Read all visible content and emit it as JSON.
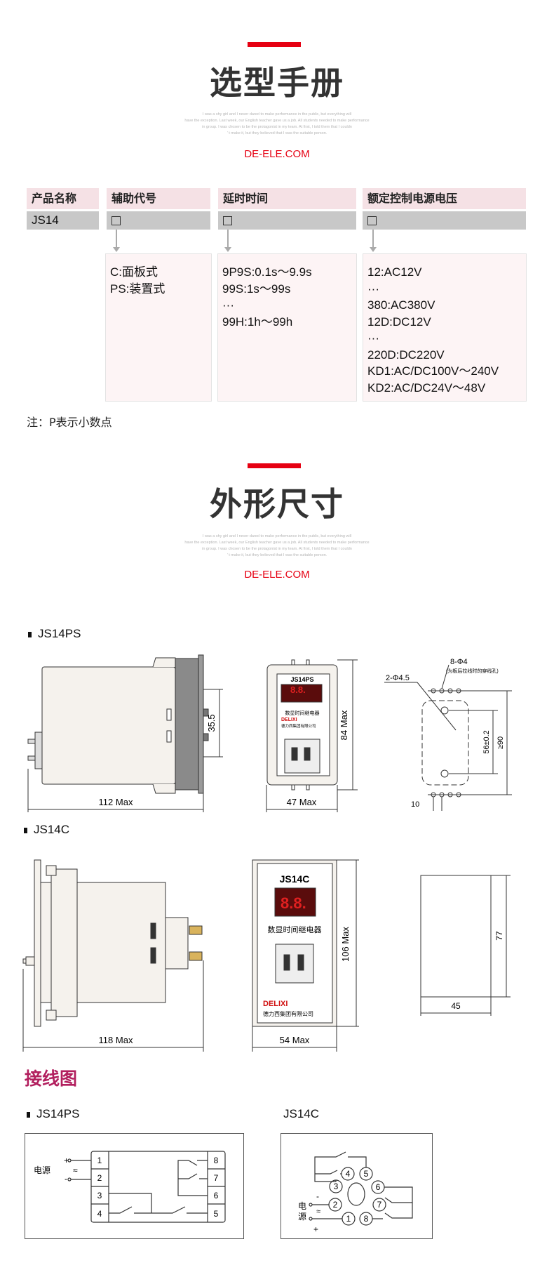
{
  "selection": {
    "title": "选型手册",
    "filler": [
      "I was a shy girl and I never dared to make performance in the public, but everything will",
      "have the exception. Last week, our English teacher gave us a job. All students needed to make performance",
      "in group. I was chosen to be the protagonist in my team. At first, I told them that I couldn",
      "' t make it, but they believed that I was the suitable person."
    ],
    "site": "DE-ELE.COM",
    "table": {
      "headers": [
        "产品名称",
        "辅助代号",
        "延时时间",
        "额定控制电源电压"
      ],
      "row": [
        "JS14",
        "□",
        "□",
        "□"
      ],
      "options": [
        [
          "C:面板式",
          "PS:装置式"
        ],
        [
          "9P9S:0.1s～9.9s",
          "99S:1s～99s",
          "···",
          "99H:1h～99h"
        ],
        [
          "12:AC12V",
          "···",
          "380:AC380V",
          "12D:DC12V",
          "···",
          "220D:DC220V",
          "KD1:AC/DC100V～240V",
          "KD2:AC/DC24V～48V"
        ]
      ]
    },
    "note": "注：P表示小数点"
  },
  "dimensions": {
    "title": "外形尺寸",
    "site": "DE-ELE.COM",
    "js14ps": {
      "label": "JS14PS",
      "side_width": "112 Max",
      "pin_spacing": "35.5",
      "panel_model": "JS14PS",
      "panel_name": "数显时间继电器",
      "brand": "DELIXI",
      "company": "德力西集团有限公司",
      "height": "84 Max",
      "width": "47 Max",
      "holes_8": "8-Φ4",
      "holes_8_note": "(为板后拉线时的穿线孔)",
      "holes_2": "2-Φ4.5",
      "hole_spacing": "56±0.2",
      "min_height": "≥90",
      "pitch": "10"
    },
    "js14c": {
      "label": "JS14C",
      "side_width": "118 Max",
      "panel_model": "JS14C",
      "panel_name": "数显时间继电器",
      "brand": "DELIXI",
      "company": "德力西集团有限公司",
      "height": "106 Max",
      "width": "54 Max",
      "cutout_height": "77",
      "cutout_width": "45"
    }
  },
  "wiring": {
    "title": "接线图",
    "js14ps": {
      "label": "JS14PS",
      "left_pins": [
        "1",
        "2",
        "3",
        "4"
      ],
      "right_pins": [
        "8",
        "7",
        "6",
        "5"
      ]
    },
    "js14c": {
      "label": "JS14C",
      "pins": [
        "1",
        "2",
        "3",
        "4",
        "5",
        "6",
        "7",
        "8"
      ]
    },
    "power": "电源",
    "power_chars": [
      "电",
      "源"
    ],
    "plus": "+",
    "minus": "-",
    "ac_dc": "≈"
  },
  "colors": {
    "accent": "#e60012",
    "header_bg": "#f5e1e5",
    "row_bg": "#c8c8c8",
    "wiring_title": "#b21f5e"
  }
}
